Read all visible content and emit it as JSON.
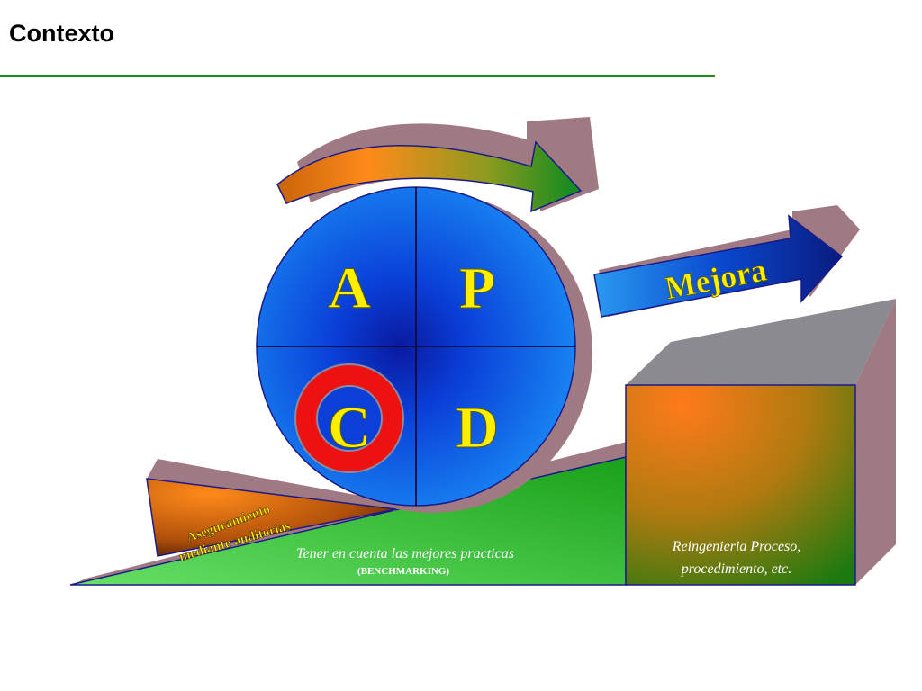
{
  "page": {
    "title": "Contexto"
  },
  "diagram": {
    "quadrants": {
      "a": "A",
      "p": "P",
      "c": "C",
      "d": "D"
    },
    "improvement_arrow_label": "Mejora",
    "wedge_label_line1": "Aseguramiento",
    "wedge_label_line2": "mediante auditorias",
    "ramp_label_line1": "Tener en cuenta las mejores practicas",
    "ramp_label_line2": "(BENCHMARKING)",
    "block_label_line1": "Reingenieria Proceso,",
    "block_label_line2": "procedimiento, etc.",
    "colors": {
      "title_rule": "#1a8a1a",
      "circle_blue": "#0a5cf0",
      "quadrant_text": "#ffee00",
      "check_ring": "#ee1111",
      "ramp_green": "#2ec42e",
      "block_orange": "#e08a1a",
      "shadow_mauve": "#a07a82"
    },
    "icons": [
      "curved-arrow-icon",
      "straight-arrow-icon"
    ]
  }
}
